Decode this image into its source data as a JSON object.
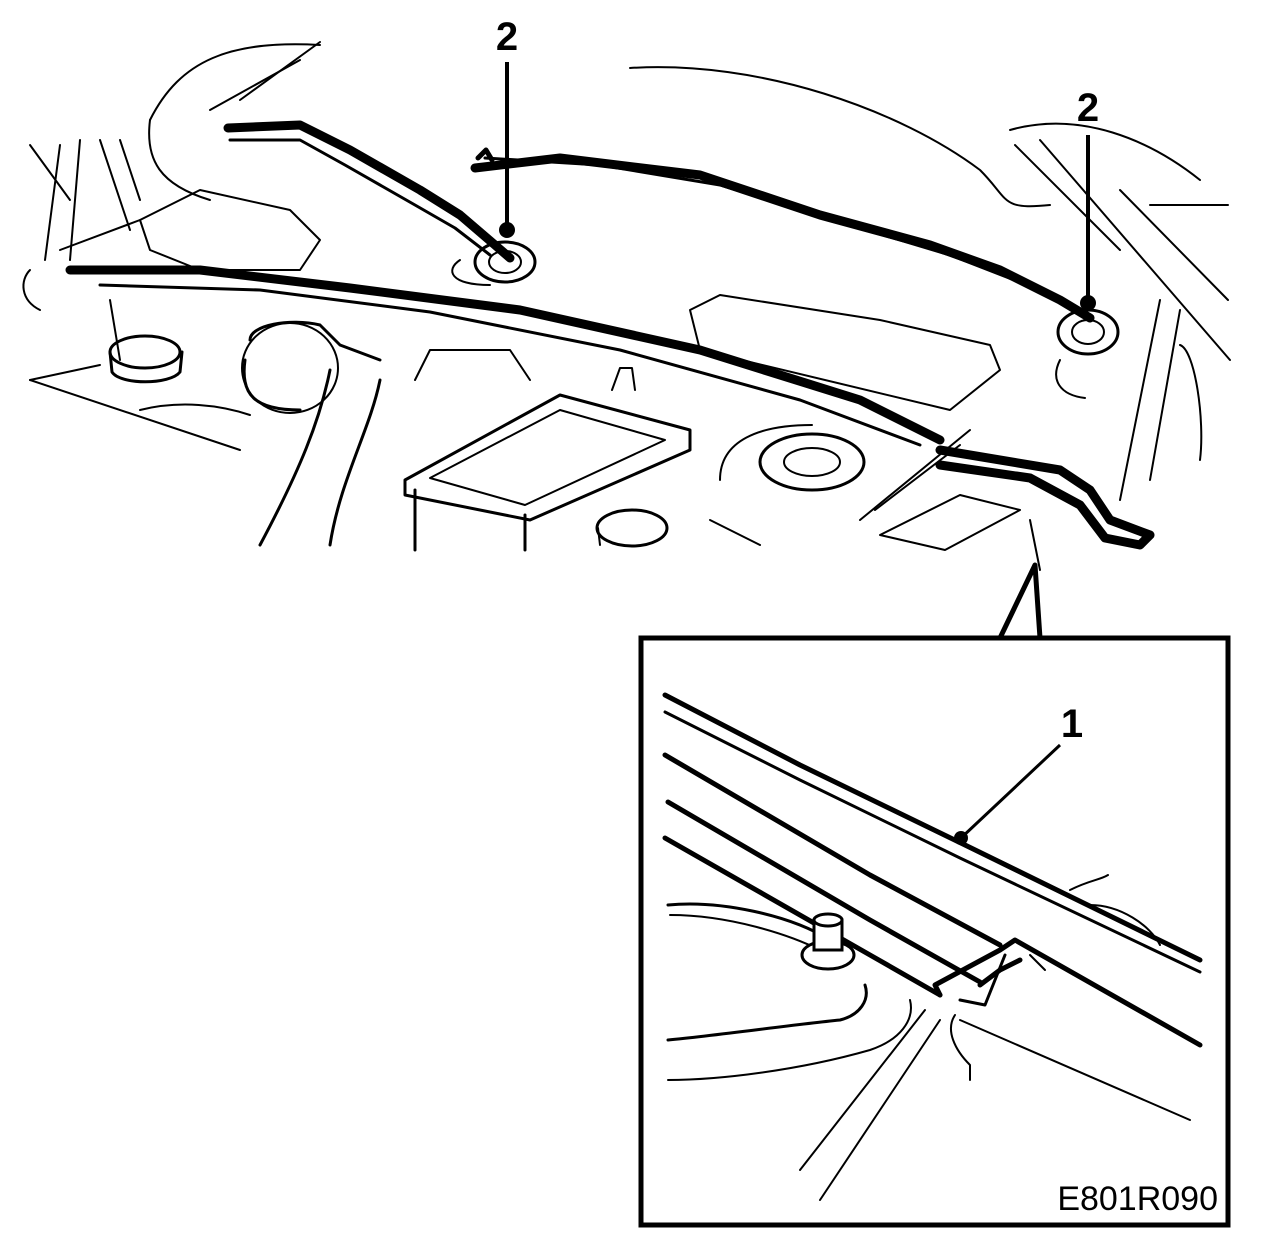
{
  "callouts": {
    "label_2_left": "2",
    "label_2_right": "2",
    "label_1": "1"
  },
  "figure_code": "E801R090",
  "colors": {
    "line": "#000000",
    "background": "#ffffff"
  }
}
